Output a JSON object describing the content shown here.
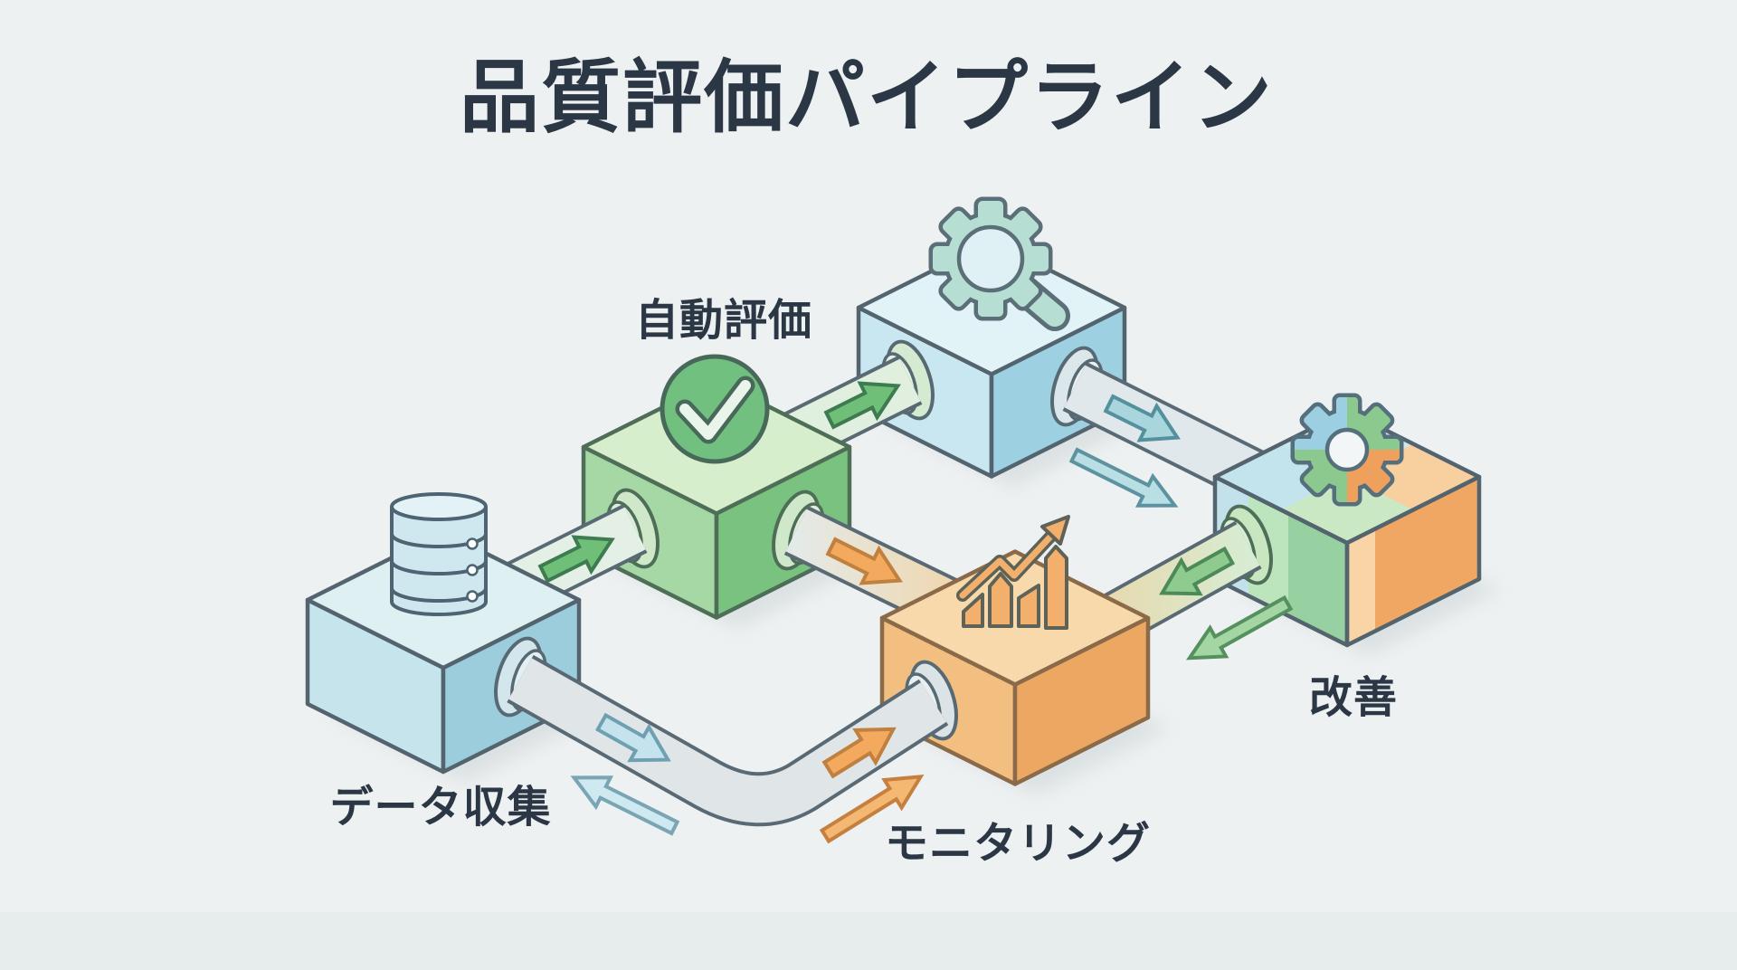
{
  "title": "品質評価パイプライン",
  "nodes": {
    "data_collection": {
      "label": "データ収集",
      "icon": "database-icon",
      "color": "#9ccddd"
    },
    "auto_evaluation": {
      "label": "自動評価",
      "icon": "check-circle-icon",
      "color": "#79c280"
    },
    "analysis": {
      "icon": "gear-magnifier-icon",
      "color": "#9dd0e1"
    },
    "monitoring": {
      "label": "モニタリング",
      "icon": "bar-chart-icon",
      "color": "#eca862"
    },
    "improvement": {
      "label": "改善",
      "icon": "gear-multicolor-icon",
      "color": "#f0a763"
    }
  },
  "colors": {
    "background": "#eef1f2",
    "text": "#2c3745",
    "outline": "#5a6a74",
    "pipe_gray": "#e0e5e8",
    "arrow_green": "#6fbf78",
    "arrow_teal": "#a9d6dd",
    "arrow_light_blue": "#c5e3ec",
    "arrow_orange": "#f3aa5e"
  }
}
